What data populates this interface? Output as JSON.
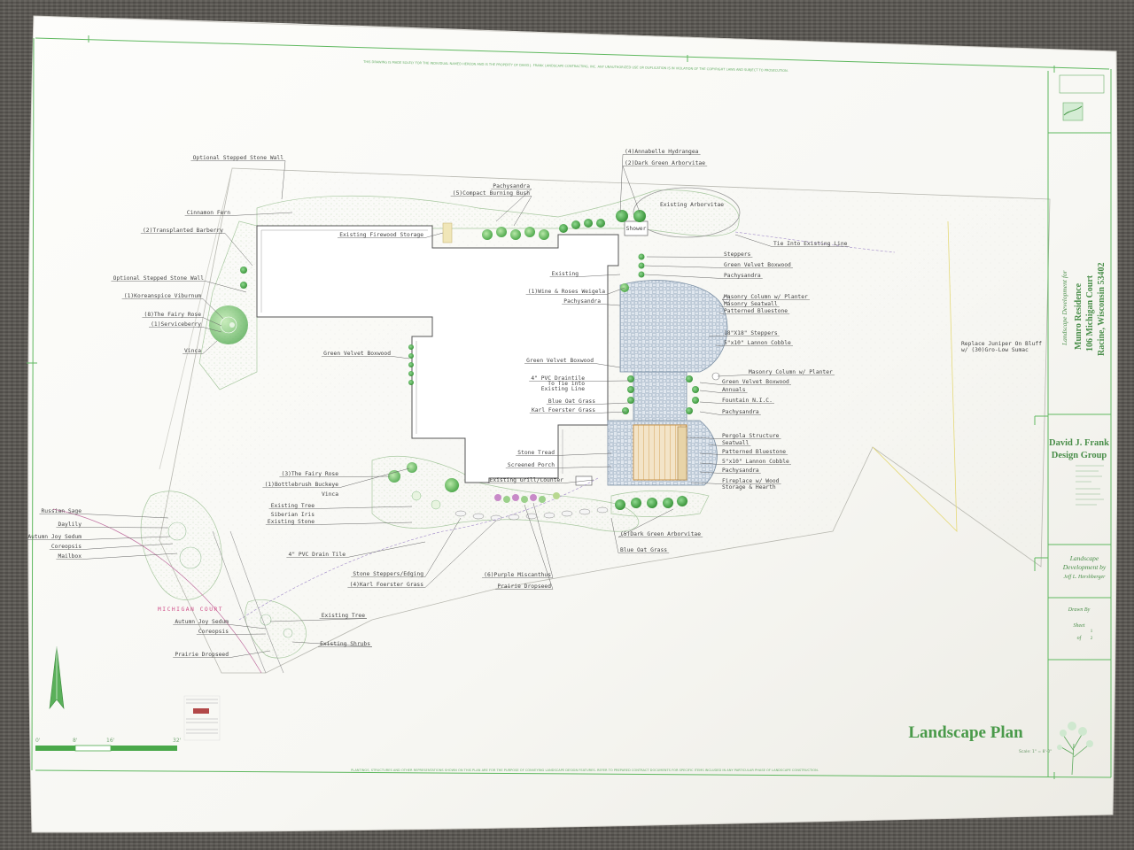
{
  "notice_top": "THIS DRAWING IS MADE SOLELY FOR THE INDIVIDUAL NAMED HEREON AND IS THE PROPERTY OF DAVID J. FRANK LANDSCAPE CONTRACTING, INC. ANY UNAUTHORIZED USE OR DUPLICATION IS IN VIOLATION OF THE COPYRIGHT LAWS AND SUBJECT TO PROSECUTION.",
  "notice_bottom": "PLANTINGS, STRUCTURES AND OTHER REPRESENTATIONS SHOWN ON THIS PLAN ARE FOR THE PURPOSE OF CONVEYING LANDSCAPE DESIGN FEATURES. REFER TO PREPARED CONTRACT DOCUMENTS FOR SPECIFIC ITEMS INCLUDED IN ANY PARTICULAR PHASE OF LANDSCAPE CONSTRUCTION.",
  "street_label": "MICHIGAN COURT",
  "labels_left": [
    "Optional Stepped Stone Wall",
    "Cinnamon Fern",
    "(2)Transplanted Barberry",
    "Existing Firewood Storage",
    "Optional Stepped Stone Wall",
    "(1)Koreanspice Viburnum",
    "(8)The Fairy Rose",
    "(1)Serviceberry",
    "Vinca",
    "Green Velvet Boxwood",
    "Pachysandra",
    "(5)Compact Burning Bush",
    "Existing",
    "(1)Wine & Roses Weigela",
    "Pachysandra",
    "Green Velvet Boxwood",
    "4\" PVC Draintile",
    "To Tie into",
    "Existing Line",
    "Blue Oat Grass",
    "Karl Foerster Grass",
    "Stone Tread",
    "Screened Porch",
    "Existing Grill/Counter",
    "(3)The Fairy Rose",
    "(1)Bottlebrush Buckeye",
    "Vinca",
    "Existing Tree",
    "Siberian Iris",
    "Existing Stone",
    "Russian Sage",
    "Daylily",
    "Autumn Joy Sedum",
    "Coreopsis",
    "Mailbox",
    "4\" PVC Drain Tile",
    "Stone Steppers/Edging",
    "(4)Karl Foerster Grass",
    "(6)Purple Miscanthus",
    "Prairie Dropseed",
    "Existing Tree",
    "Autumn Joy Sedum",
    "Coreopsis",
    "Existing Shrubs",
    "Prairie Dropseed"
  ],
  "labels_right": [
    "(4)Annabelle Hydrangea",
    "(2)Dark Green Arborvitae",
    "Existing Arborvitae",
    "Tie Into Existing Line",
    "Steppers",
    "Green Velvet Boxwood",
    "Pachysandra",
    "Masonry Column w/ Planter",
    "Masonry Seatwall",
    "Patterned Bluestone",
    "18\"X18\" Steppers",
    "5\"x10\" Lannon Cobble",
    "Replace Juniper On Bluff",
    "w/ (30)Gro-Low Sumac",
    "Masonry Column w/ Planter",
    "Green Velvet Boxwood",
    "Annuals",
    "Fountain N.I.C.",
    "Pachysandra",
    "Pergola Structure",
    "Seatwall",
    "Patterned Bluestone",
    "5\"x10\" Lannon Cobble",
    "Pachysandra",
    "Fireplace w/ Wood",
    "Storage & Hearth",
    "(5)Dark Green Arborvitae",
    "Blue Oat Grass"
  ],
  "shower_label": "Shower",
  "title_block": {
    "landscape_development_for": "Landscape Development for",
    "residence": "Munro Residence",
    "address": "106 Michigan Court",
    "city": "Racine, Wisconsin 53402",
    "company_line1": "David J. Frank",
    "company_line2": "Design Group",
    "sub_title_1": "Landscape",
    "sub_title_2": "Development by",
    "designer": "Jeff L. Hershberger",
    "drawn_by_label": "Drawn By",
    "sheet_label": "Sheet",
    "sheet_num": "1",
    "of_label": "of",
    "sheet_total": "2"
  },
  "plan_title": "Landscape Plan",
  "scale_text": "Scale: 1\" = 8'-0\"",
  "scale_ticks": [
    "0'",
    "8'",
    "16'",
    "32'"
  ],
  "colors": {
    "accent_green": "#4aa84a",
    "title_green": "#4a9a4a",
    "street_pink": "#d0508a",
    "paving_blue": "#9cb4cc",
    "pergola_orange": "#d8a860",
    "plant_green": "#7cc87c"
  }
}
